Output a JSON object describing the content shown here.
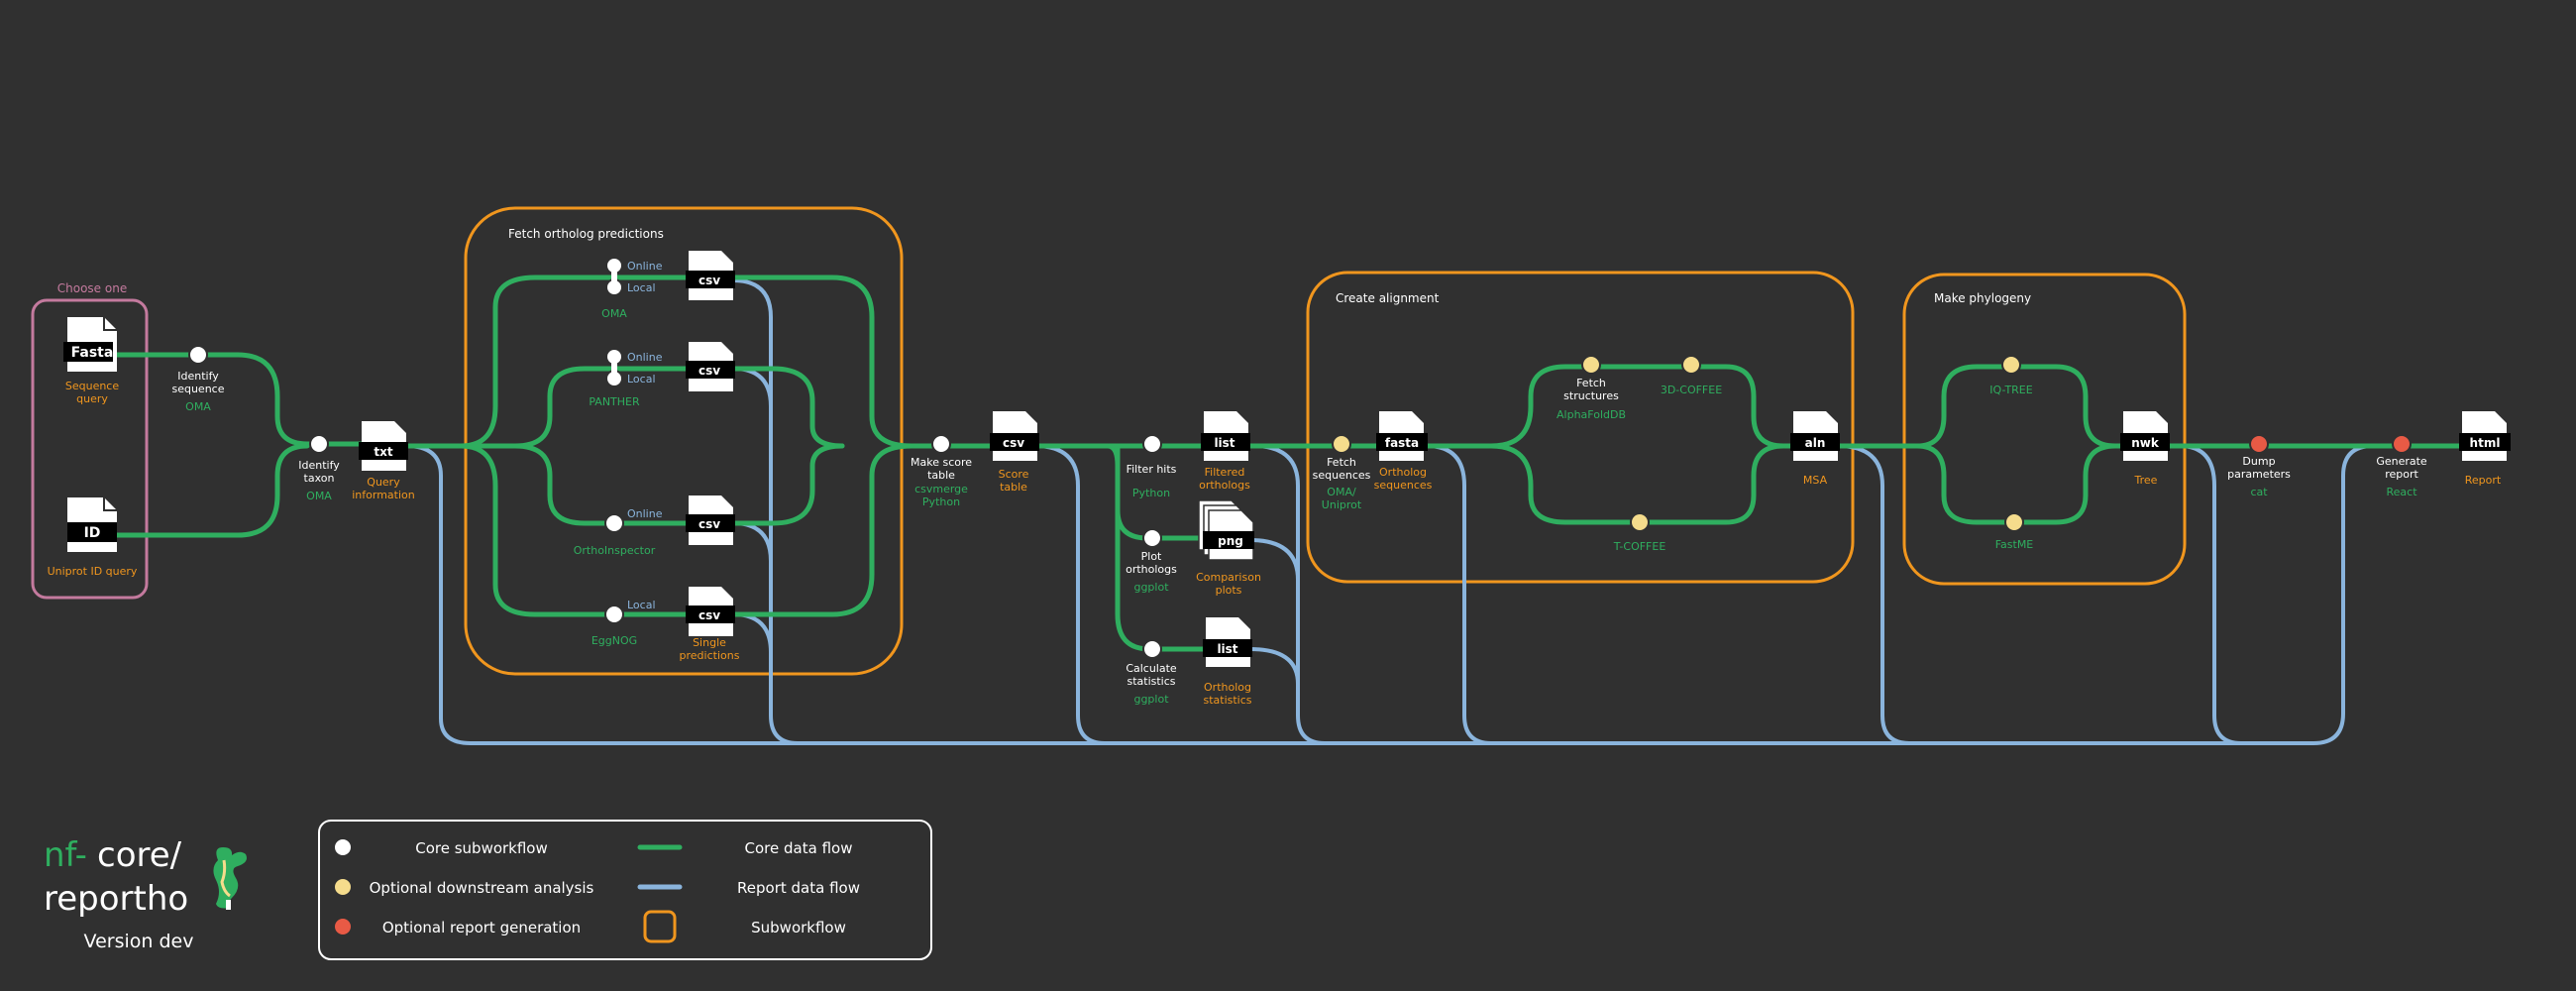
{
  "colors": {
    "background": "#303030",
    "core_flow": "#2fae5f",
    "report_flow": "#8ab4dc",
    "subworkflow_border": "#f0961e",
    "choose_border": "#c47a9e",
    "core_node": "#ffffff",
    "optional_node": "#f5dc8c",
    "report_node": "#e85a45",
    "output_label": "#f0961e",
    "tool_label": "#2fae5f",
    "source_label": "#8ab4dc",
    "legend_border": "#ffffff"
  },
  "inputs": {
    "group_title": "Choose one",
    "fasta": {
      "tag": "Fasta",
      "label": "Sequence query"
    },
    "id": {
      "tag": "ID",
      "label": "Uniprot ID query"
    }
  },
  "steps": {
    "identify_sequence": {
      "label": "Identify sequence",
      "tool": "OMA"
    },
    "identify_taxon": {
      "label": "Identify taxon",
      "tool": "OMA"
    },
    "query_info": {
      "tag": "txt",
      "label": "Query information"
    },
    "fetch_box_title": "Fetch ortholog predictions",
    "oma": {
      "name": "OMA",
      "online": "Online",
      "local": "Local",
      "tag": "csv"
    },
    "panther": {
      "name": "PANTHER",
      "online": "Online",
      "local": "Local",
      "tag": "csv"
    },
    "orthoinspector": {
      "name": "OrthoInspector",
      "online": "Online",
      "tag": "csv"
    },
    "eggnog": {
      "name": "EggNOG",
      "local": "Local",
      "tag": "csv",
      "label": "Single predictions"
    },
    "make_score": {
      "label": "Make score table",
      "tool1": "csvmerge",
      "tool2": "Python"
    },
    "score_table": {
      "tag": "csv",
      "label": "Score table"
    },
    "filter_hits": {
      "label": "Filter hits",
      "tool": "Python"
    },
    "filtered": {
      "tag": "list",
      "label": "Filtered orthologs"
    },
    "plot": {
      "label": "Plot orthologs",
      "tool": "ggplot"
    },
    "comparison": {
      "tag": "png",
      "label": "Comparison plots"
    },
    "calc_stats": {
      "label": "Calculate statistics",
      "tool": "ggplot"
    },
    "ortholog_stats": {
      "tag": "list",
      "label": "Ortholog statistics"
    },
    "fetch_seq": {
      "label": "Fetch sequences",
      "tool": "OMA/ Uniprot"
    },
    "ortholog_seq": {
      "tag": "fasta",
      "label": "Ortholog sequences"
    },
    "align_box_title": "Create alignment",
    "fetch_struct": {
      "label": "Fetch structures",
      "tool": "AlphaFoldDB"
    },
    "coffee3d": {
      "tool": "3D-COFFEE"
    },
    "tcoffee": {
      "tool": "T-COFFEE"
    },
    "msa": {
      "tag": "aln",
      "label": "MSA"
    },
    "phylo_box_title": "Make phylogeny",
    "iqtree": {
      "tool": "IQ-TREE"
    },
    "fastme": {
      "tool": "FastME"
    },
    "tree": {
      "tag": "nwk",
      "label": "Tree"
    },
    "dump": {
      "label": "Dump parameters",
      "tool": "cat"
    },
    "generate": {
      "label": "Generate report",
      "tool": "React"
    },
    "report": {
      "tag": "html",
      "label": "Report"
    }
  },
  "logo": {
    "part1": "nf-",
    "part2": "core/",
    "part3": "reportho",
    "version": "Version dev"
  },
  "legend": {
    "core_subworkflow": "Core subworkflow",
    "optional_downstream": "Optional downstream analysis",
    "optional_report": "Optional report generation",
    "core_data_flow": "Core data flow",
    "report_data_flow": "Report data flow",
    "subworkflow": "Subworkflow"
  }
}
